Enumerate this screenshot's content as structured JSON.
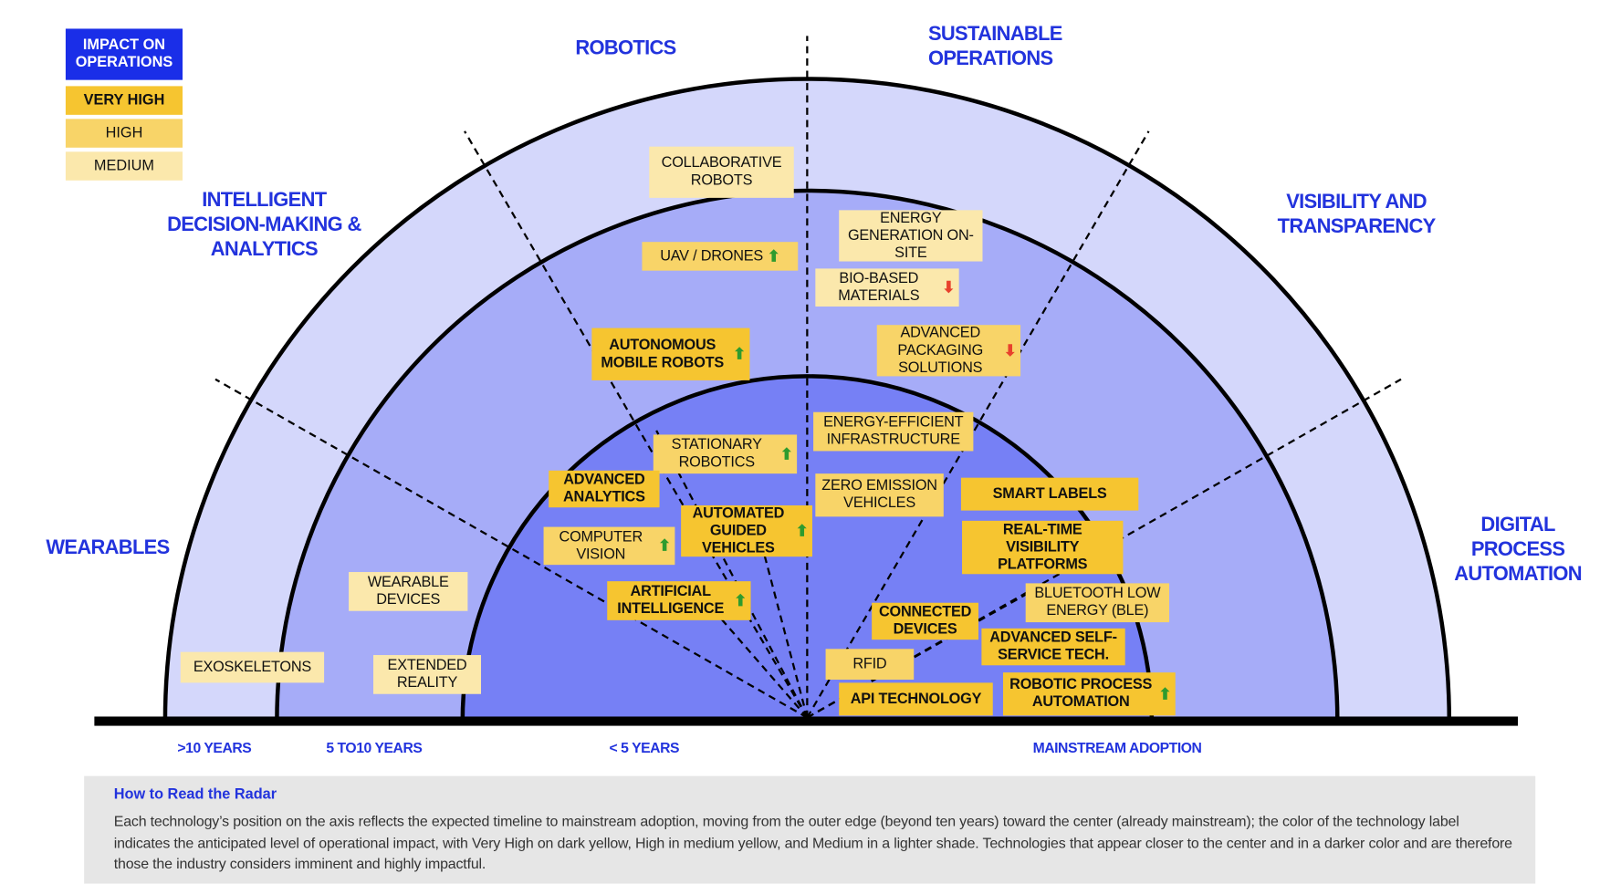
{
  "legend": {
    "title": "IMPACT ON OPERATIONS",
    "levels": [
      {
        "label": "VERY HIGH",
        "color": "#f6c530"
      },
      {
        "label": "HIGH",
        "color": "#f8d468"
      },
      {
        "label": "MEDIUM",
        "color": "#fbe8ac"
      }
    ]
  },
  "categories": {
    "robotics": "ROBOTICS",
    "sustainable": "SUSTAINABLE OPERATIONS",
    "intelligent": "INTELLIGENT DECISION-MAKING & ANALYTICS",
    "visibility": "VISIBILITY AND TRANSPARENCY",
    "wearables": "WEARABLES",
    "digital": "DIGITAL PROCESS AUTOMATION"
  },
  "axis": {
    "over10": ">10 YEARS",
    "five_to_ten": "5 TO10 YEARS",
    "under5": "< 5 YEARS",
    "mainstream": "MAINSTREAM ADOPTION"
  },
  "technologies": [
    {
      "name": "COLLABORATIVE ROBOTS",
      "impact": "medium",
      "trend": ""
    },
    {
      "name": "UAV / DRONES",
      "impact": "high",
      "trend": "up"
    },
    {
      "name": "AUTONOMOUS MOBILE ROBOTS",
      "impact": "very high",
      "trend": "up"
    },
    {
      "name": "ENERGY GENERATION ON-SITE",
      "impact": "medium",
      "trend": ""
    },
    {
      "name": "BIO-BASED MATERIALS",
      "impact": "medium",
      "trend": "down"
    },
    {
      "name": "ADVANCED PACKAGING SOLUTIONS",
      "impact": "high",
      "trend": "down"
    },
    {
      "name": "ENERGY-EFFICIENT INFRASTRUCTURE",
      "impact": "high",
      "trend": ""
    },
    {
      "name": "STATIONARY ROBOTICS",
      "impact": "high",
      "trend": "up"
    },
    {
      "name": "ADVANCED ANALYTICS",
      "impact": "very high",
      "trend": ""
    },
    {
      "name": "ZERO EMISSION VEHICLES",
      "impact": "high",
      "trend": ""
    },
    {
      "name": "SMART LABELS",
      "impact": "very high",
      "trend": ""
    },
    {
      "name": "AUTOMATED GUIDED VEHICLES",
      "impact": "very high",
      "trend": "up"
    },
    {
      "name": "COMPUTER VISION",
      "impact": "high",
      "trend": "up"
    },
    {
      "name": "REAL-TIME VISIBILITY PLATFORMS",
      "impact": "very high",
      "trend": ""
    },
    {
      "name": "ARTIFICIAL INTELLIGENCE",
      "impact": "very high",
      "trend": "up"
    },
    {
      "name": "WEARABLE DEVICES",
      "impact": "medium",
      "trend": ""
    },
    {
      "name": "BLUETOOTH LOW ENERGY (BLE)",
      "impact": "high",
      "trend": ""
    },
    {
      "name": "CONNECTED DEVICES",
      "impact": "very high",
      "trend": ""
    },
    {
      "name": "ADVANCED SELF-SERVICE TECH.",
      "impact": "very high",
      "trend": ""
    },
    {
      "name": "RFID",
      "impact": "high",
      "trend": ""
    },
    {
      "name": "EXOSKELETONS",
      "impact": "medium",
      "trend": ""
    },
    {
      "name": "EXTENDED REALITY",
      "impact": "medium",
      "trend": ""
    },
    {
      "name": "API TECHNOLOGY",
      "impact": "very high",
      "trend": ""
    },
    {
      "name": "ROBOTIC PROCESS AUTOMATION",
      "impact": "very high",
      "trend": "up"
    }
  ],
  "footer": {
    "title": "How to Read the Radar",
    "text": "Each technology’s position on the axis reflects the expected timeline to mainstream adoption, moving from the outer edge (beyond ten years) toward the center (already mainstream); the color of the technology label indicates the anticipated level of operational impact, with Very High on dark yellow, High in medium yellow, and Medium in a lighter shade. Technologies that appear closer to the center and in a darker color and are therefore those the industry considers imminent and highly impactful."
  },
  "colors": {
    "ring_outer": "#d4d7fb",
    "ring_middle": "#a6acf8",
    "ring_inner": "#7680f5",
    "accent_blue": "#2233dd"
  }
}
